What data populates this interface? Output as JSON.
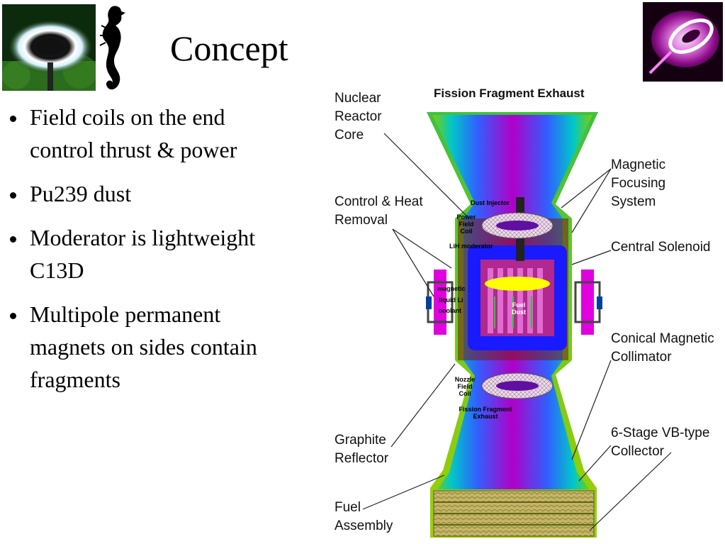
{
  "slide": {
    "title": "Concept",
    "bullets": [
      "Field coils on the end control thrust & power",
      "Pu239 dust",
      "Moderator is lightweight C13D",
      "Multipole permanent magnets on sides contain fragments"
    ]
  },
  "diagram": {
    "top_label": "Fission Fragment Exhaust",
    "labels": {
      "nuclear_reactor_core": "Nuclear Reactor Core",
      "control_heat_removal": "Control & Heat Removal",
      "magnetic_focusing_system": "Magnetic Focusing System",
      "central_solenoid": "Central Solenoid",
      "conical_magnetic_collimator": "Conical Magnetic Collimator",
      "collector": "6-Stage VB-type Collector",
      "graphite_reflector": "Graphite Reflector",
      "fuel_assembly": "Fuel Assembly"
    },
    "inner_labels": {
      "dust_injector": "Dust Injector",
      "power_field_coil": "Power Field Coil",
      "lih_moderator": "LiH moderator",
      "magnetic": "magnetic",
      "liquid_li": "liquid Li",
      "coolant": "coolant",
      "fuel_dust": "Fuel Dust",
      "nozzle_field_coil": "Nozzle Field Coil",
      "fission_fragment_exhaust": "Fission Fragment Exhaust"
    }
  },
  "colors": {
    "plasma_magenta": "#c000d0",
    "solenoid_blue": "#1a1aff",
    "fuel_yellow": "#ffff00",
    "side_magnet_magenta": "#e000e0",
    "collector_green": "#8db04a"
  },
  "images": {
    "left_photo": "glowing-ring-photo",
    "seahorse": "seahorse-logo",
    "right_photo": "pink-plasma-ring-photo"
  }
}
